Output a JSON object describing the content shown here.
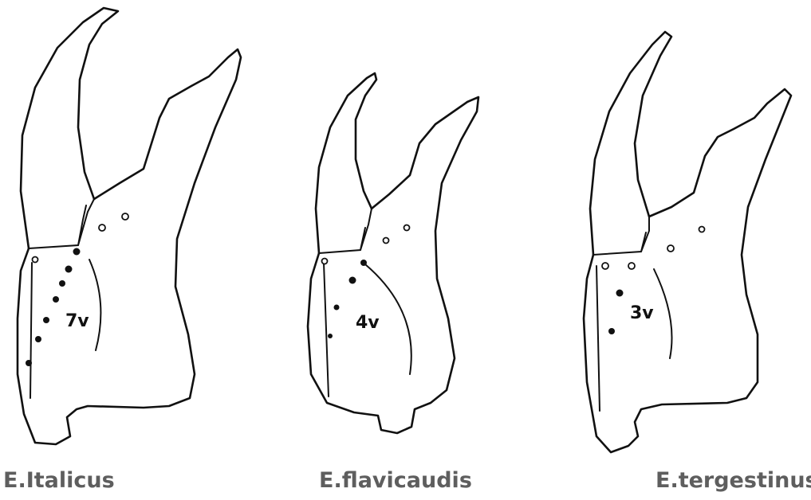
{
  "specimens": [
    {
      "species": "E.Italicus",
      "count_label": "7v"
    },
    {
      "species": "E.flavicaudis",
      "count_label": "4v"
    },
    {
      "species": "E.tergestinus",
      "count_label": "3v"
    }
  ]
}
